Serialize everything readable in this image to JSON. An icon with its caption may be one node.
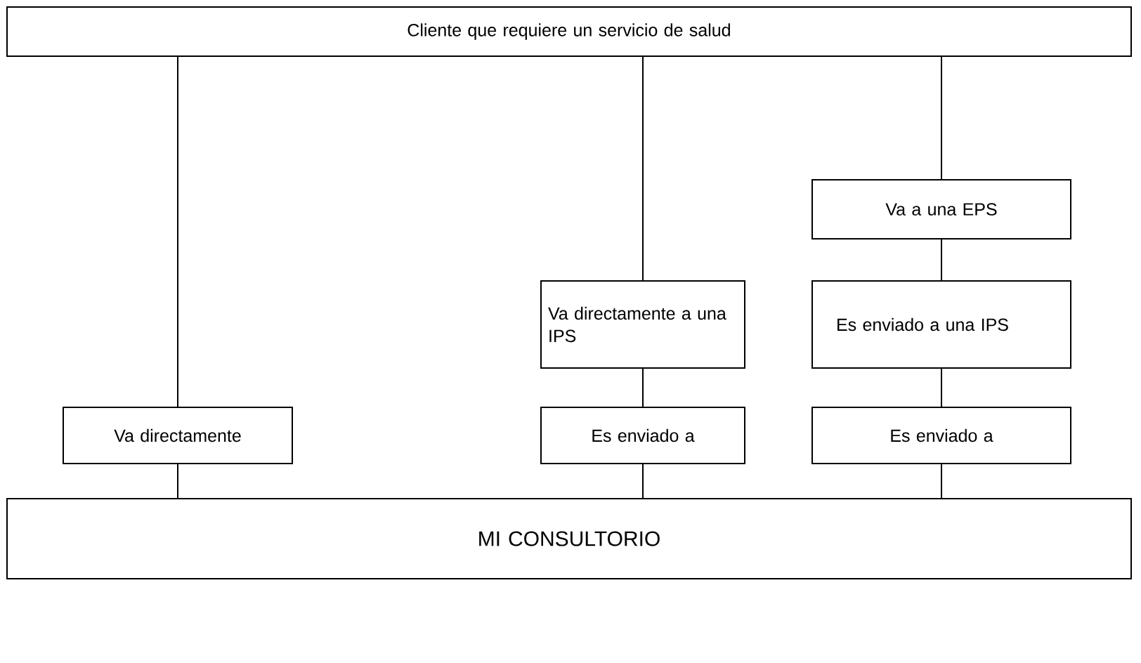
{
  "diagram": {
    "nodes": [
      {
        "text": [
          "Cliente que requiere un servicio de salud"
        ]
      },
      {
        "text": [
          "Va a una EPS"
        ]
      },
      {
        "text": [
          "Va directamente a una IPS"
        ]
      },
      {
        "text": [
          "Es enviado a una IPS"
        ]
      },
      {
        "text": [
          "Va directamente"
        ]
      },
      {
        "text": [
          "Es enviado a"
        ]
      },
      {
        "text": [
          "Es enviado a"
        ]
      },
      {
        "text": [
          "MI CONSULTORIO"
        ]
      }
    ],
    "edges": [
      {
        "from": 0,
        "to": 4,
        "arrow": "none"
      },
      {
        "from": 0,
        "to": 2,
        "arrow": "none"
      },
      {
        "from": 0,
        "to": 1,
        "arrow": "none"
      },
      {
        "from": 1,
        "to": 3,
        "arrow": "none"
      },
      {
        "from": 2,
        "to": 5,
        "arrow": "none"
      },
      {
        "from": 3,
        "to": 6,
        "arrow": "none"
      },
      {
        "from": 4,
        "to": 7,
        "arrow": "none"
      },
      {
        "from": 5,
        "to": 7,
        "arrow": "none"
      },
      {
        "from": 6,
        "to": 7,
        "arrow": "none"
      }
    ]
  }
}
